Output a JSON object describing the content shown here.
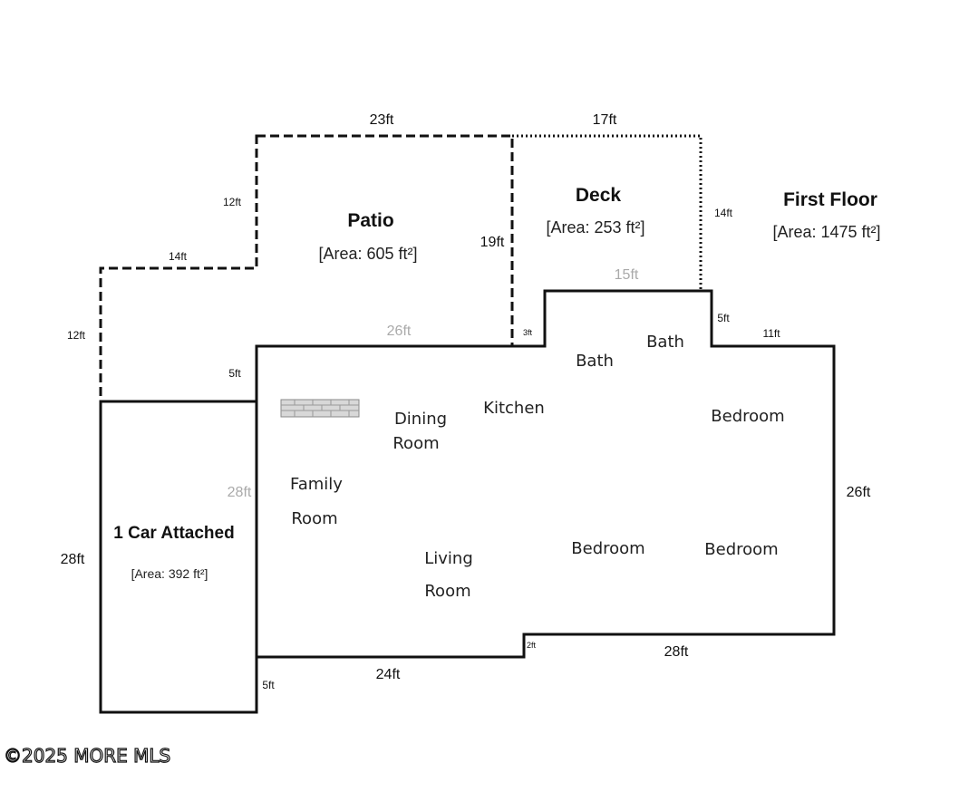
{
  "labels": {
    "patio": "Patio",
    "patio_area": "[Area: 605 ft²]",
    "deck": "Deck",
    "deck_area": "[Area: 253 ft²]",
    "first_floor": "First Floor",
    "first_floor_area": "[Area: 1475 ft²]",
    "garage": "1 Car Attached",
    "garage_area": "[Area: 392 ft²]"
  },
  "rooms": {
    "bath_1": "Bath",
    "bath_2": "Bath",
    "kitchen": "Kitchen",
    "dining_1": "Dining",
    "dining_2": "Room",
    "family_1": "Family",
    "family_2": "Room",
    "living_1": "Living",
    "living_2": "Room",
    "bedroom_1": "Bedroom",
    "bedroom_2": "Bedroom",
    "bedroom_3": "Bedroom"
  },
  "dimensions": {
    "patio_top": "23ft",
    "deck_top": "17ft",
    "patio_left_upper": "12ft",
    "patio_step": "14ft",
    "patio_left_lower": "12ft",
    "patio_right": "19ft",
    "deck_right": "14ft",
    "deck_bottom": "15ft",
    "patio_bottom": "26ft",
    "notch_small": "3ft",
    "garage_top_right": "5ft",
    "bath_right": "5ft",
    "bedroom_top": "11ft",
    "right_side": "26ft",
    "garage_inner": "28ft",
    "garage_left": "28ft",
    "bottom_right": "28ft",
    "bottom_step": "2ft",
    "bottom_left": "24ft",
    "garage_bottom_right": "5ft"
  },
  "watermark": "©2025 MORE MLS"
}
